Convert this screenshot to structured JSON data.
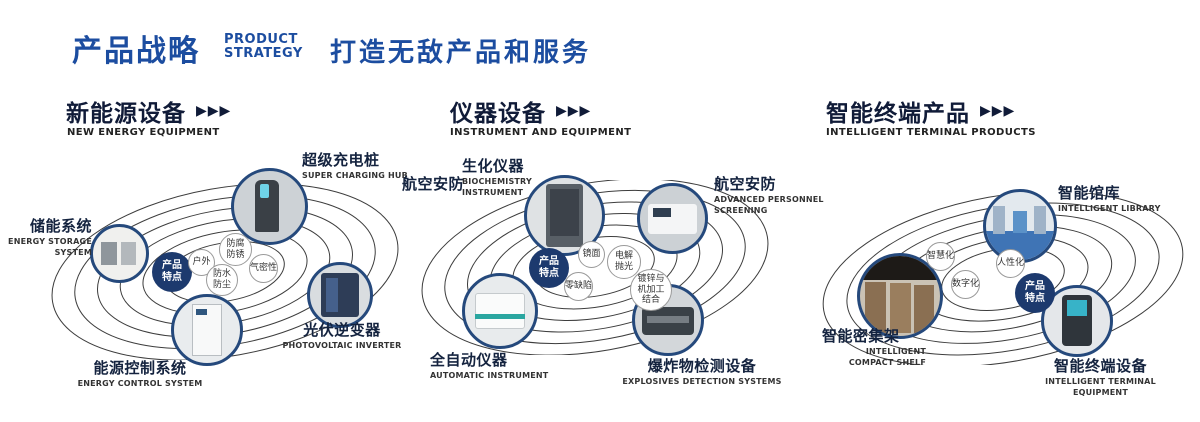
{
  "colors": {
    "primary_blue": "#1c4da0",
    "navy_text": "#14233f",
    "circle_border": "#25497c",
    "badge_fill": "#1d3a6e"
  },
  "header": {
    "title": "产品战略",
    "subtitle_lines": [
      "PRODUCT",
      "STRATEGY"
    ],
    "slogan": "打造无敌产品和服务"
  },
  "arrows": "▶▶▶",
  "sections": [
    {
      "title": "新能源设备",
      "subtitle": "NEW ENERGY EQUIPMENT",
      "center_badge": "产品特点",
      "features": [
        "户外",
        "防腐防锈",
        "气密性",
        "防水防尘"
      ],
      "products": [
        {
          "cn": "超级充电桩",
          "en": "SUPER CHARGING HUB"
        },
        {
          "cn": "储能系统",
          "en": "ENERGY STORAGE SYSTEM"
        },
        {
          "cn": "光伏逆变器",
          "en": "PHOTOVOLTAIC INVERTER"
        },
        {
          "cn": "能源控制系统",
          "en": "ENERGY CONTROL SYSTEM"
        }
      ]
    },
    {
      "title": "仪器设备",
      "subtitle": "INSTRUMENT AND EQUIPMENT",
      "center_badge": "产品特点",
      "extra_label": "航空安防",
      "features": [
        "镜面",
        "电解抛光",
        "零缺陷",
        "镀锌与机加工结合"
      ],
      "products": [
        {
          "cn": "生化仪器",
          "en": "BIOCHEMISTRY INSTRUMENT"
        },
        {
          "cn": "航空安防",
          "en": "ADVANCED PERSONNEL SCREENING"
        },
        {
          "cn": "全自动仪器",
          "en": "AUTOMATIC INSTRUMENT"
        },
        {
          "cn": "爆炸物检测设备",
          "en": "EXPLOSIVES DETECTION SYSTEMS"
        }
      ]
    },
    {
      "title": "智能终端产品",
      "subtitle": "INTELLIGENT TERMINAL PRODUCTS",
      "center_badge": "产品特点",
      "features": [
        "智慧化",
        "人性化",
        "数字化"
      ],
      "products": [
        {
          "cn": "智能馆库",
          "en": "INTELLIGENT LIBRARY"
        },
        {
          "cn": "智能密集架",
          "en": "INTELLIGENT COMPACT SHELF"
        },
        {
          "cn": "智能终端设备",
          "en": "INTELLIGENT TERMINAL EQUIPMENT"
        }
      ]
    }
  ]
}
